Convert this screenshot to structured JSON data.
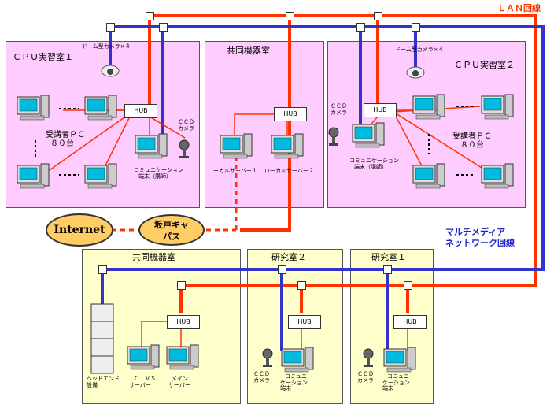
{
  "legend": {
    "lan": "ＬＡＮ回線",
    "multimedia_line1": "マルチメディア",
    "multimedia_line2": "ネットワーク回線"
  },
  "rooms": {
    "cpu1": {
      "title": "ＣＰＵ実習室１",
      "camera": "ドーム型カメラ×４",
      "trainees_line1": "受講者ＰＣ",
      "trainees_line2": "８０台",
      "ccd_line1": "ＣＣＤ",
      "ccd_line2": "カメラ",
      "comm_line1": "コミュニケーション",
      "comm_line2": "端末（講師）",
      "hub": "HUB"
    },
    "shared_top": {
      "title": "共同機器室",
      "local1": "ローカルサーバー１",
      "local2": "ローカルサーバー２",
      "hub": "HUB"
    },
    "cpu2": {
      "title": "ＣＰＵ実習室２",
      "camera": "ドーム型カメラ×４",
      "trainees_line1": "受講者ＰＣ",
      "trainees_line2": "８０台",
      "ccd_line1": "ＣＣＤ",
      "ccd_line2": "カメラ",
      "comm_line1": "コミュニケーション",
      "comm_line2": "端末（講師）",
      "hub": "HUB"
    },
    "shared_bottom": {
      "title": "共同機器室",
      "headend_line1": "ヘッドエンド",
      "headend_line2": "設備",
      "ctv_line1": "ＣＴＶＳ",
      "ctv_line2": "サーバー",
      "main_line1": "メイン",
      "main_line2": "サーバー",
      "hub": "HUB"
    },
    "lab2": {
      "title": "研究室２",
      "ccd_line1": "ＣＣＤ",
      "ccd_line2": "カメラ",
      "comm_line1": "コミュニ",
      "comm_line2": "ケーション",
      "comm_line3": "端末",
      "hub": "HUB"
    },
    "lab1": {
      "title": "研究室１",
      "ccd_line1": "ＣＣＤ",
      "ccd_line2": "カメラ",
      "comm_line1": "コミュニ",
      "comm_line2": "ケーション",
      "comm_line3": "端末",
      "hub": "HUB"
    }
  },
  "external": {
    "internet": "Internet",
    "sakado_line1": "坂戸キャ",
    "sakado_line2": "パス"
  }
}
